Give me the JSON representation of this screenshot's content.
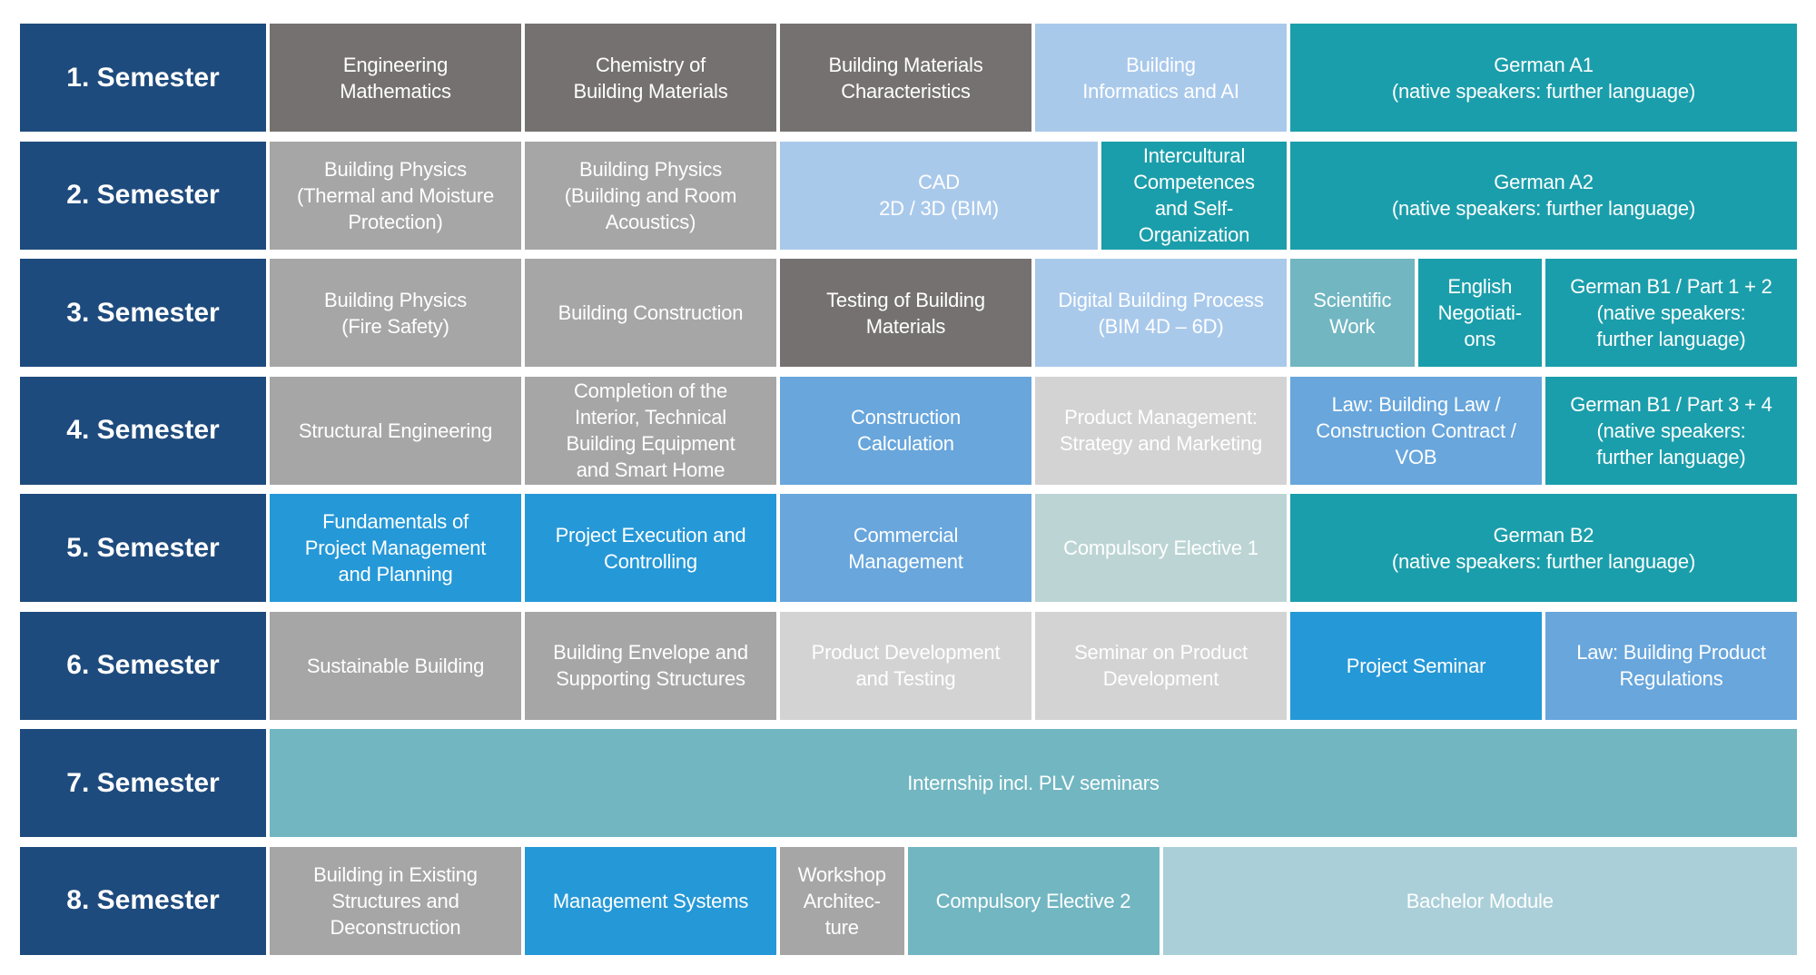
{
  "palette": {
    "navy": "#1e4b7d",
    "dark_gray": "#767171",
    "gray": "#a6a6a6",
    "light_gray": "#d3d3d3",
    "light_blue": "#a9c9eb",
    "medium_blue": "#68a6dc",
    "bright_blue": "#2598d7",
    "teal": "#1b9eab",
    "sea_teal": "#71b6c1",
    "pale_teal": "#abcfd8",
    "pale_green": "#bcd5d4",
    "text": "#ffffff"
  },
  "rows": [
    {
      "semester": "1. Semester",
      "modules": [
        {
          "label": "Engineering\nMathematics",
          "color": "dark_gray",
          "width": "u1"
        },
        {
          "label": "Chemistry of\nBuilding Materials",
          "color": "dark_gray",
          "width": "u1"
        },
        {
          "label": "Building Materials\nCharacteristics",
          "color": "dark_gray",
          "width": "u1"
        },
        {
          "label": "Building\nInformatics and AI",
          "color": "light_blue",
          "width": "u1"
        },
        {
          "label": "German A1\n(native speakers: further language)",
          "color": "teal",
          "width": "u2"
        }
      ]
    },
    {
      "semester": "2. Semester",
      "modules": [
        {
          "label": "Building Physics\n(Thermal and Moisture\nProtection)",
          "color": "gray",
          "width": "u1"
        },
        {
          "label": "Building Physics\n(Building and Room\nAcoustics)",
          "color": "gray",
          "width": "u1"
        },
        {
          "label": "CAD\n2D / 3D (BIM)",
          "color": "light_blue",
          "width": "cad"
        },
        {
          "label": "Intercultural\nCompetences\nand Self-\nOrganization",
          "color": "teal",
          "width": "ic"
        },
        {
          "label": "German A2\n(native speakers: further language)",
          "color": "teal",
          "width": "u2"
        }
      ]
    },
    {
      "semester": "3. Semester",
      "modules": [
        {
          "label": "Building Physics\n(Fire Safety)",
          "color": "gray",
          "width": "u1"
        },
        {
          "label": "Building Construction",
          "color": "gray",
          "width": "u1"
        },
        {
          "label": "Testing of Building\nMaterials",
          "color": "dark_gray",
          "width": "u1"
        },
        {
          "label": "Digital Building Process\n(BIM 4D – 6D)",
          "color": "light_blue",
          "width": "u1"
        },
        {
          "label": "Scientific\nWork",
          "color": "sea_teal",
          "width": "uh"
        },
        {
          "label": "English\nNegotiati-\nons",
          "color": "teal",
          "width": "uh"
        },
        {
          "label": "German B1 / Part 1 + 2\n(native speakers:\nfurther language)",
          "color": "teal",
          "width": "u1"
        }
      ]
    },
    {
      "semester": "4. Semester",
      "modules": [
        {
          "label": "Structural Engineering",
          "color": "gray",
          "width": "u1"
        },
        {
          "label": "Completion of the\nInterior, Technical\nBuilding Equipment\nand Smart Home",
          "color": "gray",
          "width": "u1"
        },
        {
          "label": "Construction\nCalculation",
          "color": "medium_blue",
          "width": "u1"
        },
        {
          "label": "Product Management:\nStrategy and Marketing",
          "color": "light_gray",
          "width": "u1"
        },
        {
          "label": "Law: Building Law /\nConstruction Contract /\nVOB",
          "color": "medium_blue",
          "width": "u1"
        },
        {
          "label": "German B1 / Part 3 + 4\n(native speakers:\nfurther language)",
          "color": "teal",
          "width": "u1"
        }
      ]
    },
    {
      "semester": "5. Semester",
      "modules": [
        {
          "label": "Fundamentals of\nProject Management\nand Planning",
          "color": "bright_blue",
          "width": "u1"
        },
        {
          "label": "Project Execution and\nControlling",
          "color": "bright_blue",
          "width": "u1"
        },
        {
          "label": "Commercial\nManagement",
          "color": "medium_blue",
          "width": "u1"
        },
        {
          "label": "Compulsory Elective 1",
          "color": "pale_green",
          "width": "u1"
        },
        {
          "label": "German B2\n(native speakers: further language)",
          "color": "teal",
          "width": "u2"
        }
      ]
    },
    {
      "semester": "6. Semester",
      "modules": [
        {
          "label": "Sustainable Building",
          "color": "gray",
          "width": "u1"
        },
        {
          "label": "Building Envelope and\nSupporting Structures",
          "color": "gray",
          "width": "u1"
        },
        {
          "label": "Product Development\nand Testing",
          "color": "light_gray",
          "width": "u1"
        },
        {
          "label": "Seminar on Product\nDevelopment",
          "color": "light_gray",
          "width": "u1"
        },
        {
          "label": "Project Seminar",
          "color": "bright_blue",
          "width": "u1"
        },
        {
          "label": "Law: Building Product\nRegulations",
          "color": "medium_blue",
          "width": "u1"
        }
      ]
    },
    {
      "semester": "7. Semester",
      "modules": [
        {
          "label": "Internship incl. PLV seminars",
          "color": "sea_teal",
          "width": "full"
        }
      ]
    },
    {
      "semester": "8. Semester",
      "modules": [
        {
          "label": "Building in Existing\nStructures and\nDeconstruction",
          "color": "gray",
          "width": "u1"
        },
        {
          "label": "Management Systems",
          "color": "bright_blue",
          "width": "u1"
        },
        {
          "label": "Workshop\nArchitec-\nture",
          "color": "gray",
          "width": "uh"
        },
        {
          "label": "Compulsory Elective 2",
          "color": "sea_teal",
          "width": "u1"
        },
        {
          "label": "Bachelor Module",
          "color": "pale_teal",
          "width": "bm"
        }
      ]
    }
  ]
}
